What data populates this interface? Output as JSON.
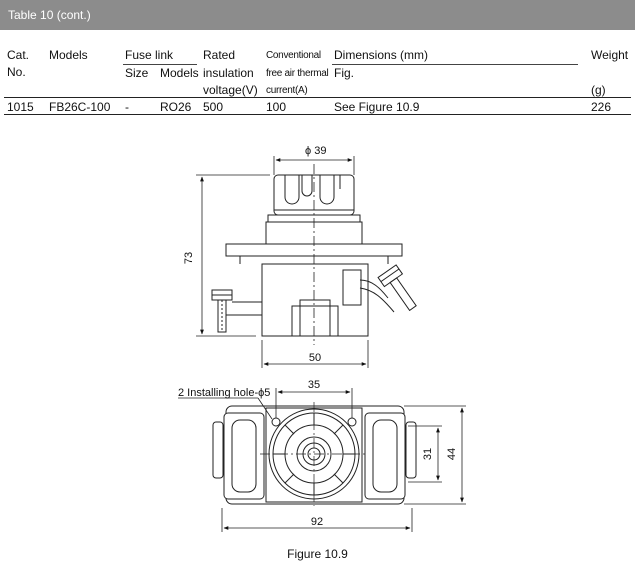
{
  "table": {
    "title": "Table 10 (cont.)",
    "headers": {
      "cat_line1": "Cat.",
      "cat_line2": "No.",
      "models": "Models",
      "fuse_link": "Fuse link",
      "fuse_size": "Size",
      "fuse_models": "Models",
      "rated_line1": "Rated",
      "rated_line2": "insulation",
      "rated_line3": "voltage(V)",
      "conv_line1": "Conventional",
      "conv_line2": "free air thermal",
      "conv_line3": "current(A)",
      "dims_line1": "Dimensions (mm)",
      "dims_line2": "Fig.",
      "weight_line1": "Weight",
      "weight_line2": "(g)"
    },
    "row": {
      "cat_no": "1015",
      "model": "FB26C-100",
      "fuse_size": "-",
      "fuse_model": "RO26",
      "voltage": "500",
      "current": "100",
      "figure": "See Figure 10.9",
      "weight": "226"
    }
  },
  "figure": {
    "caption": "Figure 10.9",
    "dim_top_diameter": "ϕ 39",
    "dim_height": "73",
    "dim_base_width": "50",
    "dim_hole_label": "2 Installing hole-ϕ5",
    "dim_hole_spacing": "35",
    "dim_inner_height": "31",
    "dim_outer_height": "44",
    "dim_total_length": "92"
  }
}
